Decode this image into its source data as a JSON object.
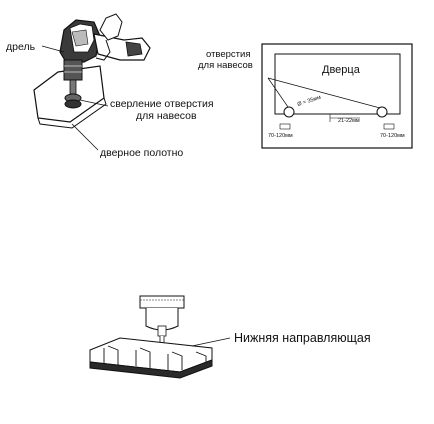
{
  "drill_diagram": {
    "label_drill": "дрель",
    "label_hinge_drilling_line1": "сверление отверстия",
    "label_hinge_drilling_line2": "для навесов",
    "label_door_panel": "дверное полотно"
  },
  "door_diagram": {
    "title": "Дверца",
    "label_holes_line1": "отверстия",
    "label_holes_line2": "для навесов",
    "diameter_label": "Ø = 35мм",
    "dim_depth": "21-22мм",
    "dim_left": "70-120мм",
    "dim_right": "70-120мм"
  },
  "rail_diagram": {
    "label_bottom_rail": "Нижняя направляющая"
  }
}
